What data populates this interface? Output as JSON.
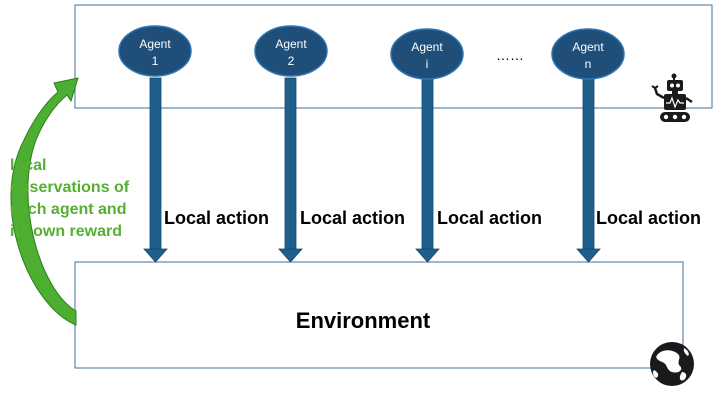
{
  "colors": {
    "box_border": "#41719c",
    "agent_fill": "#1f4e79",
    "agent_stroke": "#2e75b6",
    "arrow": "#1f5f8b",
    "feedback_green": "#4caf32",
    "feedback_text": "#55b032"
  },
  "agents": [
    {
      "line1": "Agent",
      "line2": "1"
    },
    {
      "line1": "Agent",
      "line2": "2"
    },
    {
      "line1": "Agent",
      "line2": "i"
    },
    {
      "line1": "Agent",
      "line2": "n"
    }
  ],
  "ellipsis": "……",
  "actions": [
    "Local action",
    "Local action",
    "Local action",
    "Local action"
  ],
  "environment_label": "Environment",
  "feedback_text": [
    "local",
    "observations of",
    "each agent and",
    "its own reward"
  ],
  "icons": {
    "robot": "robot-icon",
    "globe": "globe-icon"
  }
}
